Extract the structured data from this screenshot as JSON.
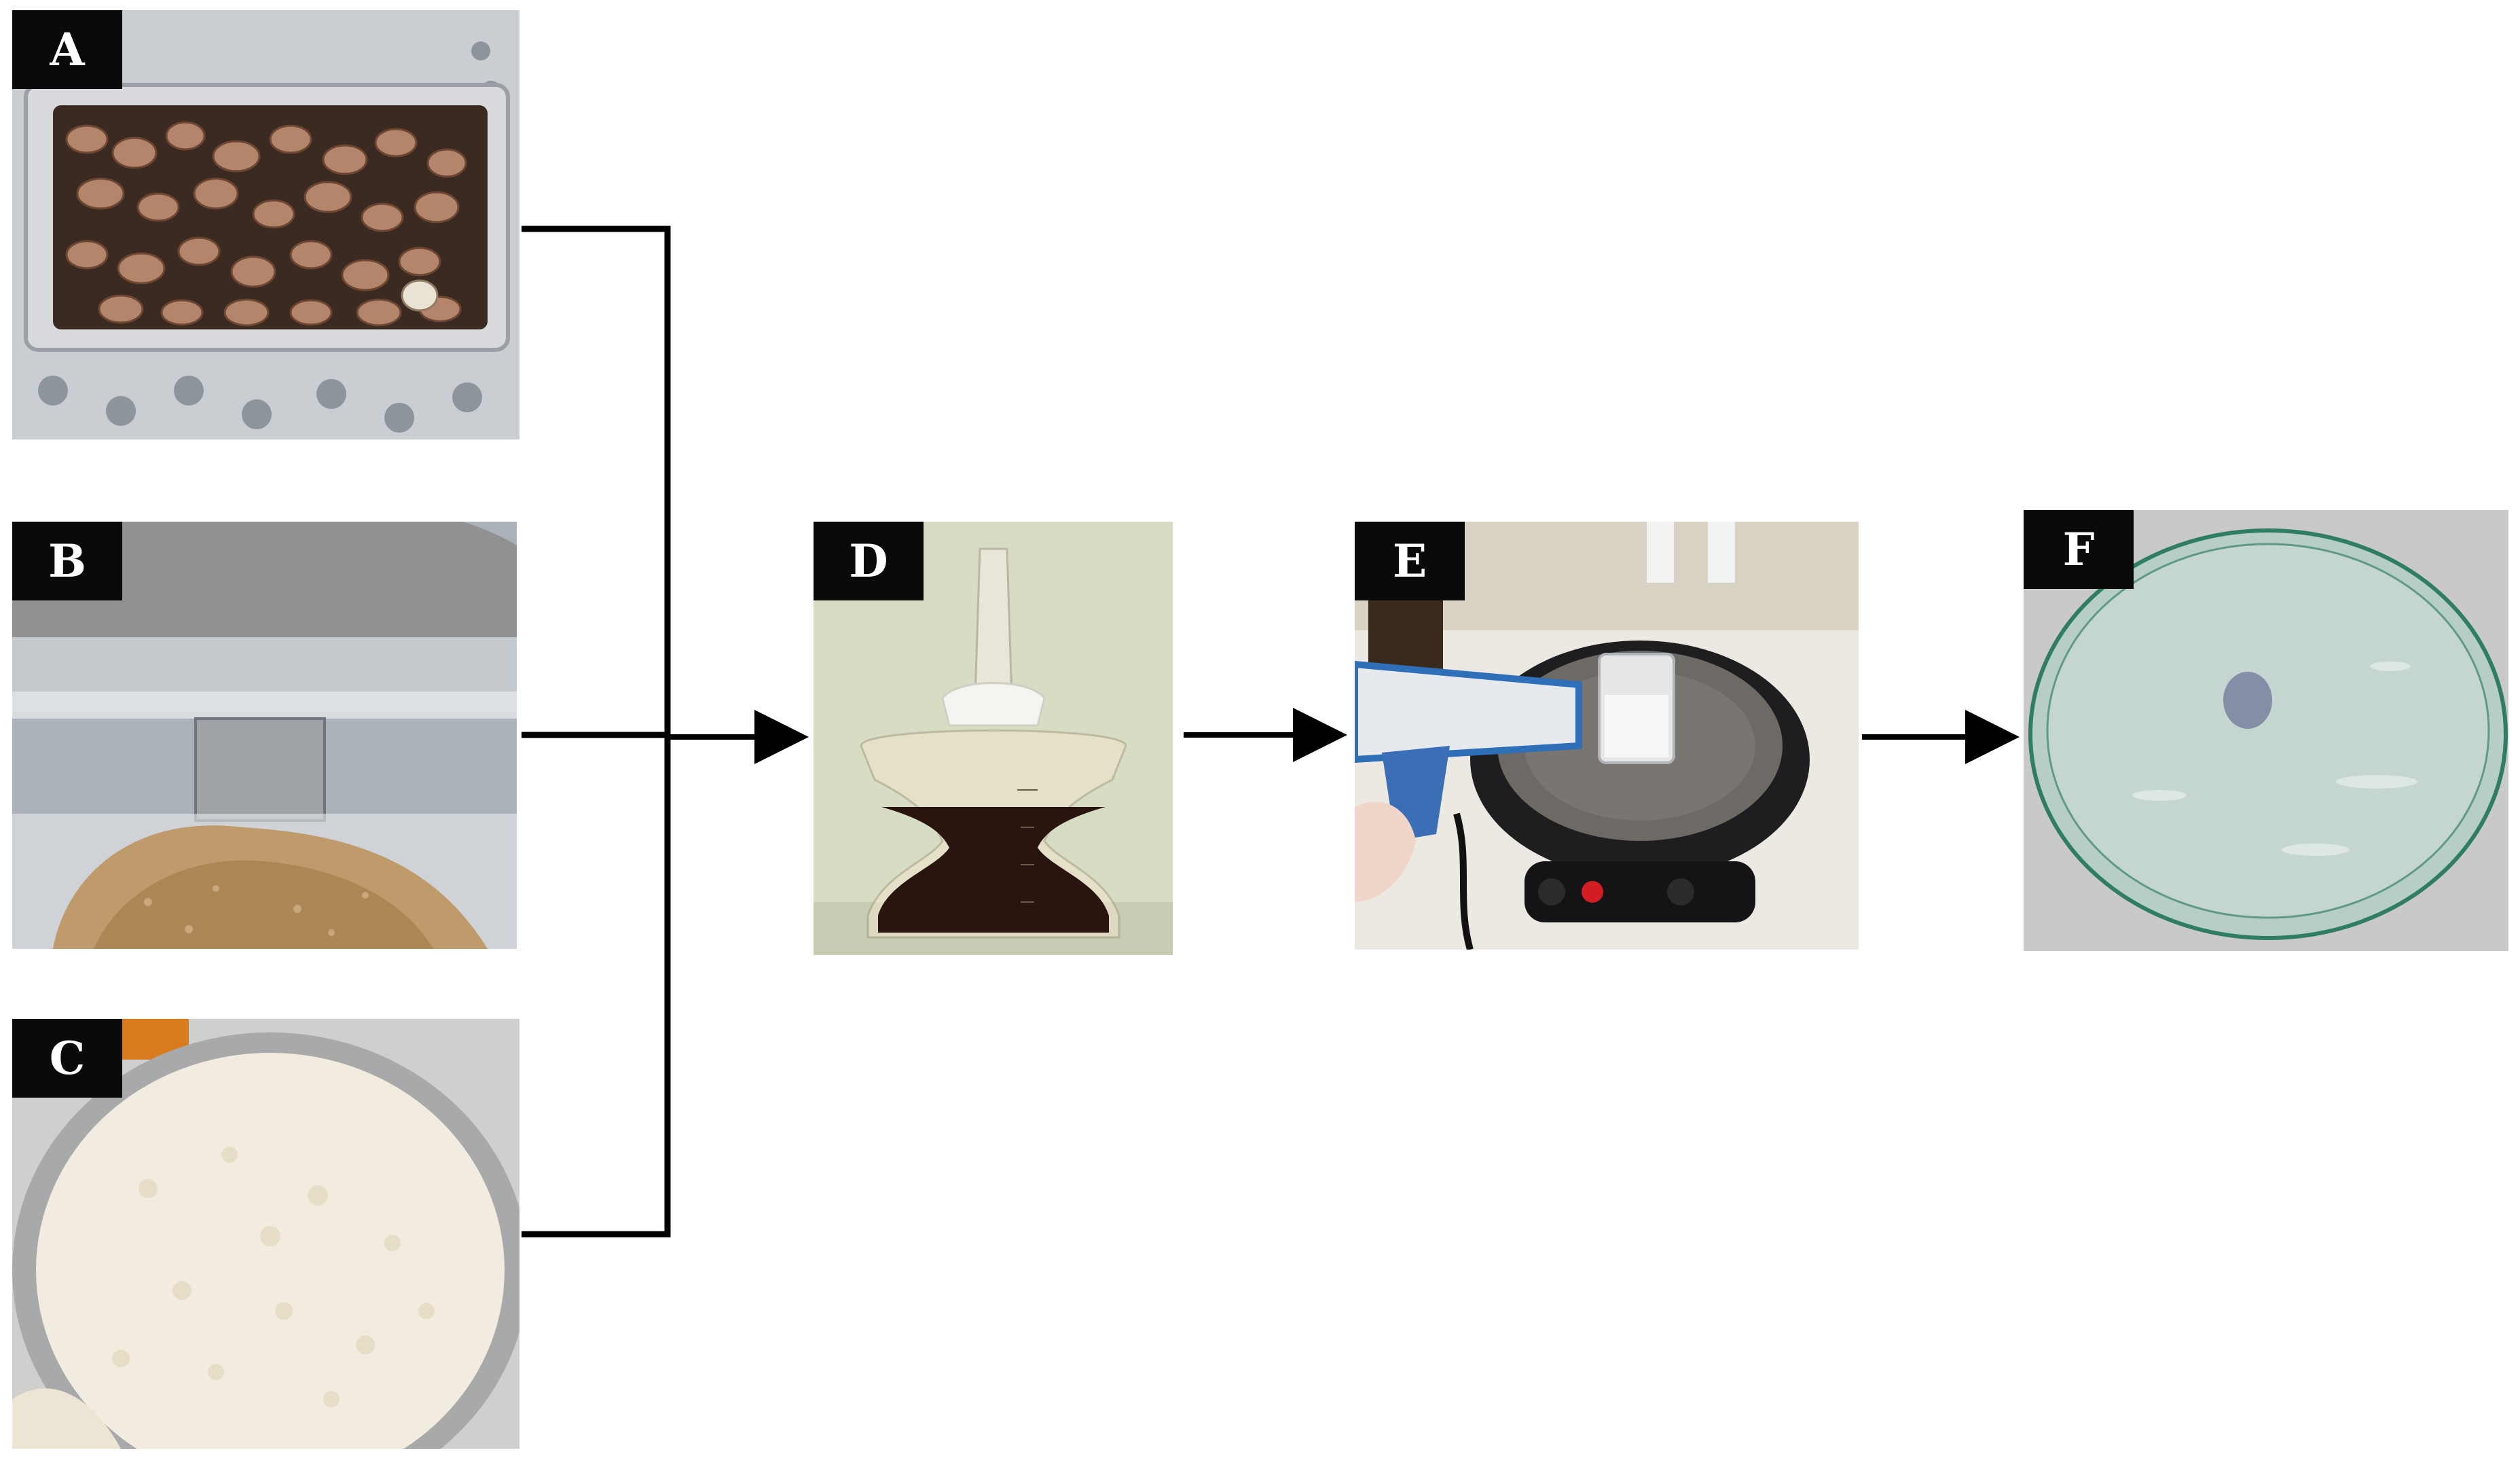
{
  "panels": {
    "a": {
      "label": "A"
    },
    "b": {
      "label": "B"
    },
    "c": {
      "label": "C"
    },
    "d": {
      "label": "D"
    },
    "e": {
      "label": "E"
    },
    "f": {
      "label": "F"
    }
  },
  "colors": {
    "label_background": "#0a0a0a",
    "label_text": "#ffffff",
    "connector": "#000000",
    "background": "#ffffff"
  }
}
